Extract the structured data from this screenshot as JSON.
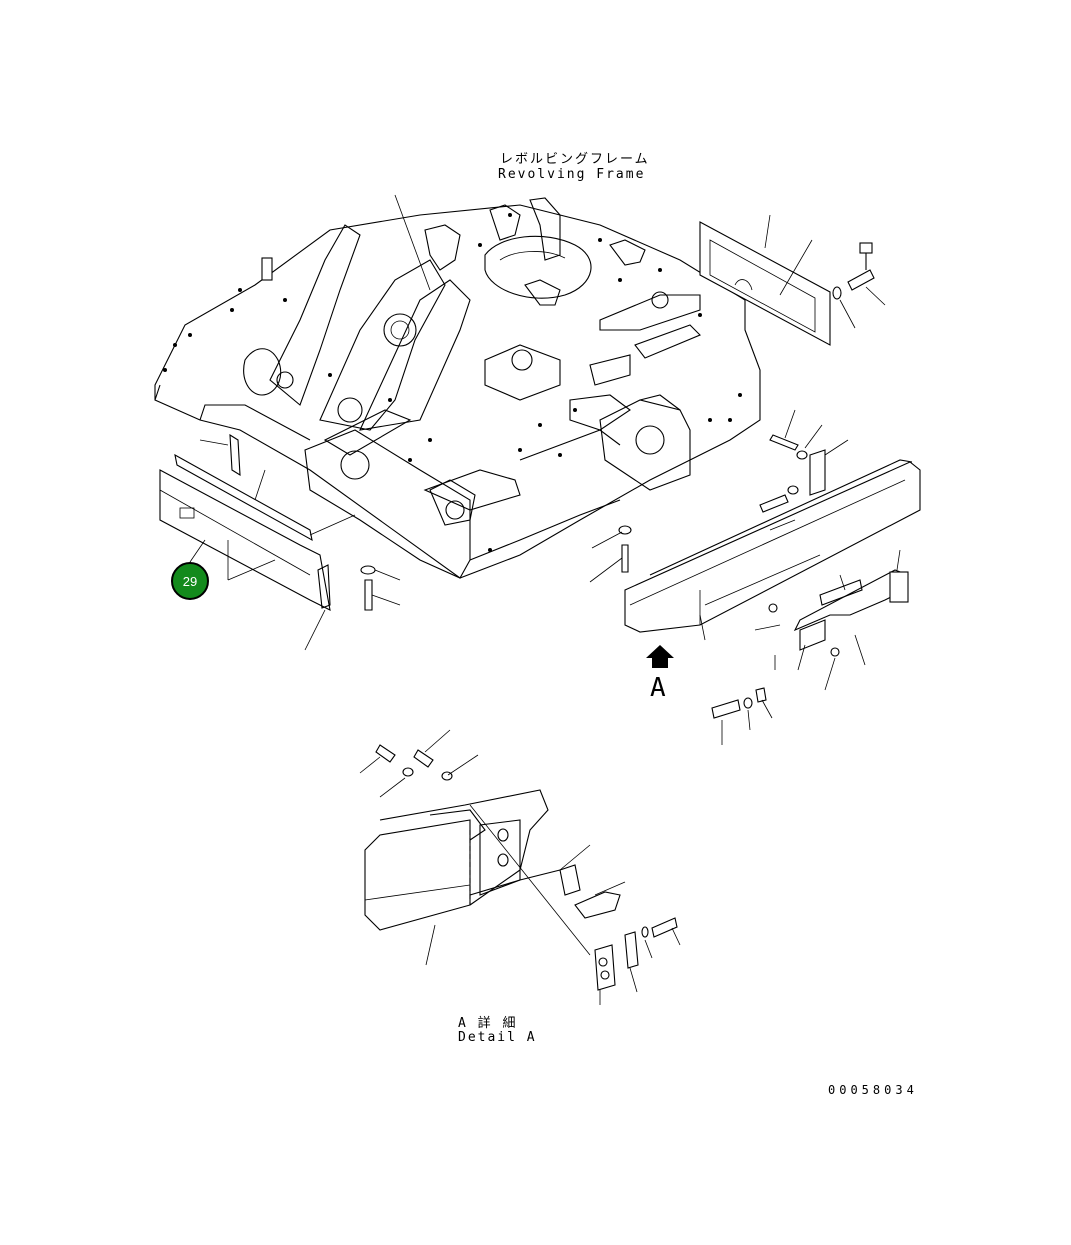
{
  "diagram": {
    "frame_label_jp": "レボルビングフレーム",
    "frame_label_en": "Revolving Frame",
    "view_marker": "A",
    "detail_label_jp": "A 詳 細",
    "detail_label_en": "Detail A",
    "drawing_number": "00058034",
    "callouts": [
      {
        "number": "29",
        "color": "#138a1c"
      }
    ]
  }
}
